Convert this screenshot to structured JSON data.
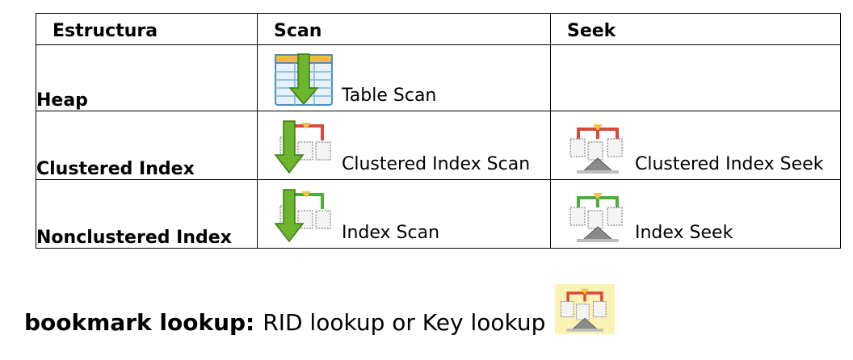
{
  "table": {
    "headers": [
      "Estructura",
      "Scan",
      "Seek"
    ],
    "rows": [
      {
        "structure": "Heap",
        "scan": {
          "label": "Table Scan",
          "icon": "table-scan-icon"
        },
        "seek": {
          "label": "",
          "icon": ""
        }
      },
      {
        "structure": "Clustered Index",
        "scan": {
          "label": "Clustered Index Scan",
          "icon": "clustered-index-scan-icon"
        },
        "seek": {
          "label": "Clustered Index Seek",
          "icon": "clustered-index-seek-icon"
        }
      },
      {
        "structure": "Nonclustered Index",
        "scan": {
          "label": "Index Scan",
          "icon": "index-scan-icon"
        },
        "seek": {
          "label": "Index Seek",
          "icon": "index-seek-icon"
        }
      }
    ]
  },
  "bookmark": {
    "title": "bookmark lookup:",
    "text": "RID lookup or Key lookup",
    "icon": "key-lookup-icon"
  },
  "colors": {
    "scan_arrow": "#6cb52d",
    "clustered_tree": "#d9483b",
    "nonclustered_tree": "#4caf3a",
    "seek_base": "#8a8a8a",
    "bookmark_highlight": "#fbf3b4"
  }
}
